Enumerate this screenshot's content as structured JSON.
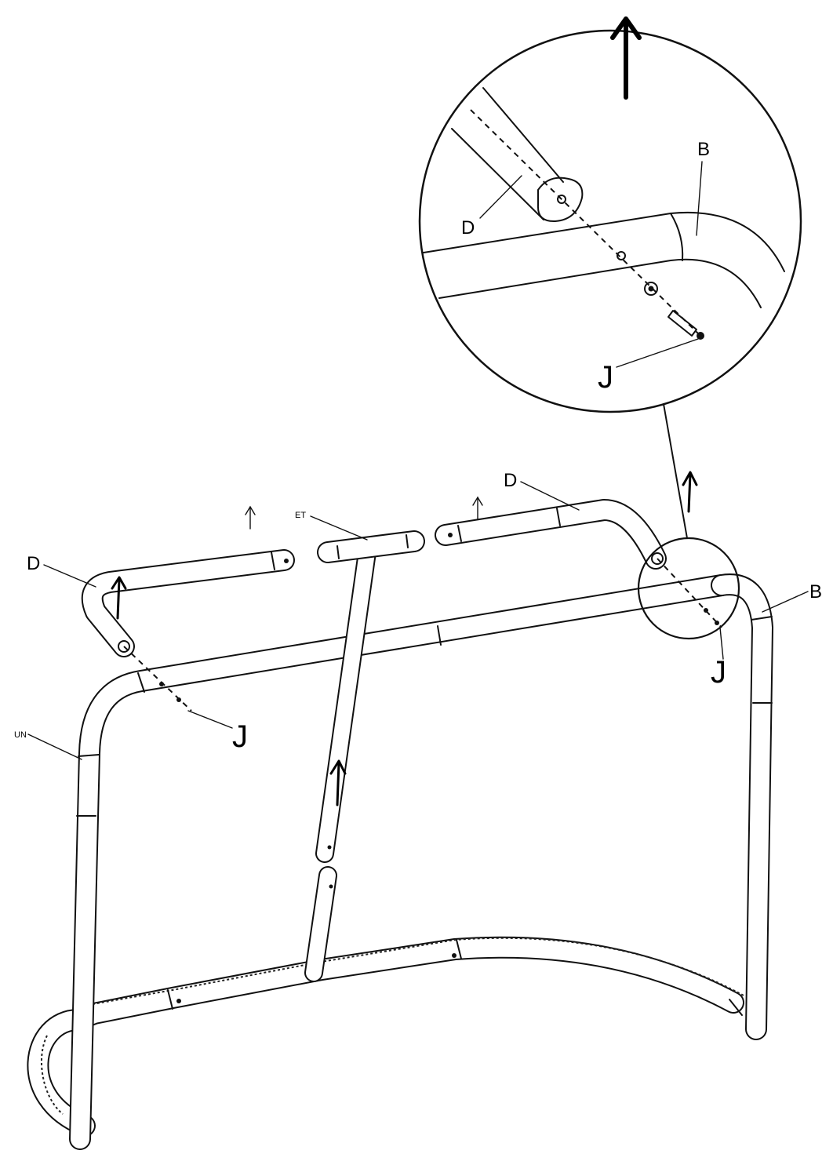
{
  "labels": {
    "detail_top_tube": "D",
    "detail_frame": "B",
    "detail_bolt": "J",
    "left_top_tube": "D",
    "left_bolt": "J",
    "left_post": "UN",
    "center_tee": "ET",
    "right_top_tube": "D",
    "right_frame": "B",
    "right_bolt": "J"
  }
}
